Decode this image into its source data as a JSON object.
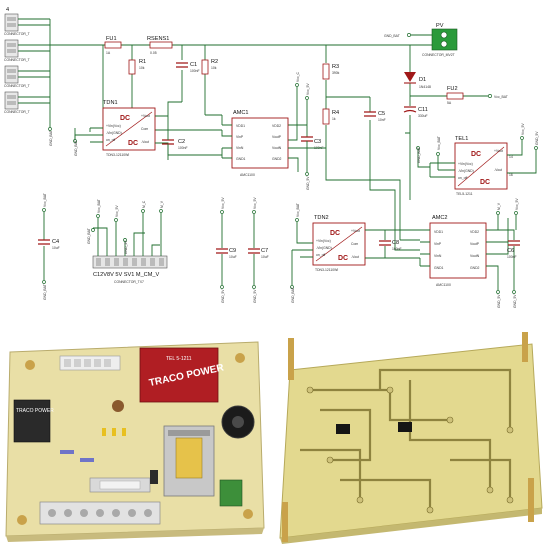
{
  "schematic": {
    "connectors_left": {
      "ref": "4",
      "labels": [
        "CONNECTOR_T",
        "CONNECTOR_T",
        "CONNECTOR_T",
        "CONNECTOR_T"
      ]
    },
    "fu1": {
      "ref": "FU1",
      "value": "1A"
    },
    "rsens": {
      "ref": "RSENS1",
      "value": "0.05"
    },
    "r1": {
      "ref": "R1",
      "value": "10k"
    },
    "c1": {
      "ref": "C1",
      "value": "100nF"
    },
    "r2": {
      "ref": "R2",
      "value": "10k"
    },
    "pv": {
      "ref": "PV",
      "value": "CONNECTOR_MV2T",
      "net_label": "GND_BAT"
    },
    "r3": {
      "ref": "R3",
      "value": "390k"
    },
    "r4": {
      "ref": "R4",
      "value": "1k"
    },
    "c5": {
      "ref": "C5",
      "value": "10nF"
    },
    "d1": {
      "ref": "D1",
      "value": "1N4148"
    },
    "fu2": {
      "ref": "FU2",
      "value": "5A",
      "net_label": "Vcc_BAT"
    },
    "c11": {
      "ref": "C11",
      "value": "330uF"
    },
    "vcc5v_top": "Vcc_5V",
    "vcc_c_top": "Vcc_C",
    "tdn1": {
      "ref": "TDN1",
      "badge": "DC",
      "pins": [
        "+Vin(Vcc)",
        "-Vin(GND)",
        "on_off",
        "+Vout",
        "Com",
        "-Vout"
      ],
      "part": "TDN3-12110WI",
      "gnd": "GND_BAT"
    },
    "c2": {
      "ref": "C2",
      "value": "100nF"
    },
    "amc1": {
      "ref": "AMC1",
      "pins_left": [
        "VDD1",
        "VinP",
        "VinN",
        "GND1"
      ],
      "pins_right": [
        "VDD2",
        "VoutP",
        "VoutN",
        "GND2"
      ],
      "part": "AMC1100"
    },
    "c3": {
      "ref": "C3",
      "value": "100nF"
    },
    "gnd5v_a": "GND_5V",
    "tel1": {
      "ref": "TEL1",
      "badge": "DC",
      "pins": [
        "+Vin(Vcc)",
        "-Vin(GND)",
        "on_off",
        "+Vout",
        "-Vout"
      ],
      "nums": [
        "14",
        "16"
      ],
      "part": "TEL5-1211",
      "net_in": "Vcc_BAT",
      "gnd": "GND_BAT",
      "net_out": "Vcc_5V",
      "gnd_out": "GND_5V"
    },
    "caps_lower": [
      {
        "ref": "C4",
        "value": "10uF",
        "top": "Vcc_BAT",
        "bottom": "GND_BAT"
      },
      {
        "ref": "C9",
        "value": "10uF",
        "top": "Vcc_5V",
        "bottom": "GND_5V"
      },
      {
        "ref": "C7",
        "value": "10uF",
        "top": "Vcc_5V",
        "bottom": "GND_5V"
      }
    ],
    "connector_tx": {
      "pin_labels": "C12V8V 5V  SV1 M_CM_V",
      "part": "CONNECTOR_TX7",
      "nets": [
        "Vcc_BAT",
        "Vcc_5V",
        "M_C",
        "M_V"
      ],
      "gnd": [
        "GND_BAT",
        "GND_5V"
      ]
    },
    "tdn2": {
      "ref": "TDN2",
      "badge": "DC",
      "pins": [
        "+Vin(Vcc)",
        "-Vin(GND)",
        "on_off",
        "+Vout",
        "Com",
        "-Vout"
      ],
      "part": "TDN3-12110WI",
      "net_in": "Vcc_BAT",
      "gnd": "GND_BAT"
    },
    "c8": {
      "ref": "C8",
      "value": "100nF"
    },
    "amc2": {
      "ref": "AMC2",
      "pins_left": [
        "VDD1",
        "VinP",
        "VinN",
        "GND1"
      ],
      "pins_right": [
        "VDD2",
        "VoutP",
        "VoutN",
        "GND2"
      ],
      "part": "AMC1100",
      "net_right": "M_V"
    },
    "c6": {
      "ref": "C6",
      "value": "100nF"
    },
    "gnd5v_b": "GND_5V",
    "vcc5v_right": "Vcc_5V",
    "gnd5v_c": "GND_5V"
  },
  "photos": {
    "left": {
      "module_brand": "TRACO POWER",
      "module_part": "TEL 5-1211",
      "small_brand": "TRACO POWER"
    },
    "right": {}
  },
  "colors": {
    "wire": "#1f6e2e",
    "component": "#a01818",
    "pv_connector": "#2a9a3a"
  }
}
